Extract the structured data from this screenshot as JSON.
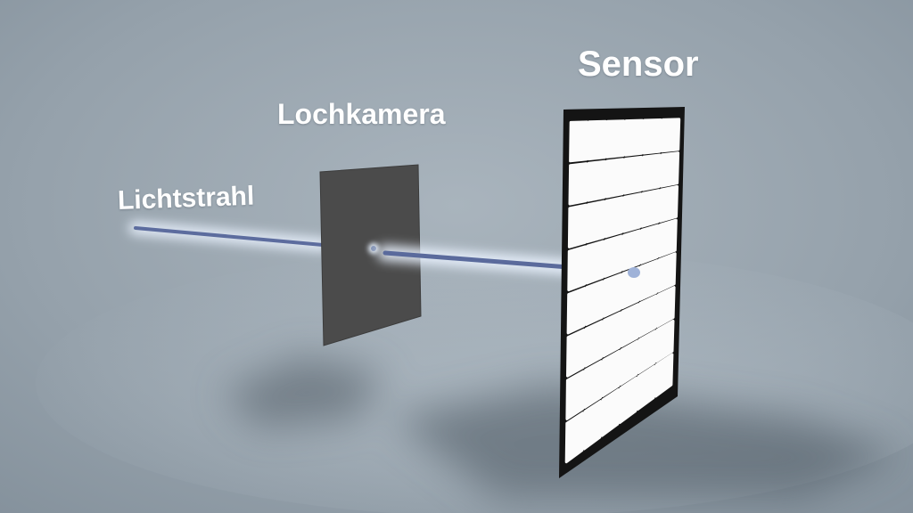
{
  "labels": {
    "light_beam": "Lichtstrahl",
    "pinhole_camera": "Lochkamera",
    "sensor": "Sensor"
  },
  "sensor": {
    "columns": 6,
    "rows": 8,
    "cell_color": "#fbfbfb",
    "frame_color": "#141414"
  },
  "colors": {
    "background": "#9aa6b0",
    "pinhole_plate": "#4a4a4a",
    "beam_core": "#5a6a9c",
    "beam_glow": "#e8f2ff"
  }
}
